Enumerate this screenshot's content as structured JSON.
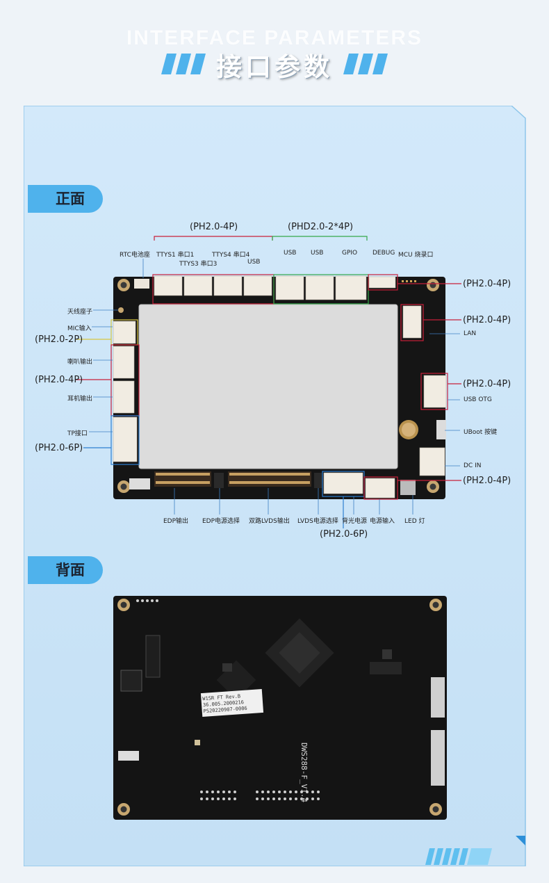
{
  "header": {
    "bg_text": "INTERFACE PARAMETERS",
    "title": "接口参数"
  },
  "sections": {
    "front_tab": "正面",
    "back_tab": "背面"
  },
  "front_labels": {
    "ph20_4p_top": "(PH2.0-4P)",
    "phd20_2x4p": "(PHD2.0-2*4P)",
    "rtc": "RTC电池座",
    "ttys1": "TTYS1 串口1",
    "ttys3": "TTYS3 串口3",
    "ttys4": "TTYS4 串口4",
    "usb_a": "USB",
    "usb_b": "USB",
    "usb_c": "USB",
    "gpio": "GPIO",
    "debug": "DEBUG",
    "mcu": "MCU 烧录口",
    "antenna": "天线座子",
    "mic": "MIC输入",
    "ph20_2p": "(PH2.0-2P)",
    "speaker": "喇叭输出",
    "ph20_4p_left": "(PH2.0-4P)",
    "earphone": "耳机输出",
    "tp": "TP接口",
    "ph20_6p_left": "(PH2.0-6P)",
    "ph20_4p_r1": "(PH2.0-4P)",
    "ph20_4p_r2": "(PH2.0-4P)",
    "lan": "LAN",
    "ph20_4p_r3": "(PH2.0-4P)",
    "usb_otg": "USB OTG",
    "uboot": "UBoot 按键",
    "dc_in": "DC IN",
    "ph20_4p_r4": "(PH2.0-4P)",
    "edp_out": "EDP输出",
    "edp_power": "EDP电源选择",
    "lvds_out": "双路LVDS输出",
    "lvds_power": "LVDS电源选择",
    "backlight": "背光电源",
    "power_in": "电源输入",
    "led": "LED 灯",
    "ph20_6p_bottom": "(PH2.0-6P)"
  },
  "back_board": {
    "sticker_lines": [
      "W1SR FT Rev.B",
      "36.005.2000216",
      "PS20220907-0006"
    ],
    "silk_text": "DWS288-F_V1.4"
  },
  "colors": {
    "accent_blue": "#4fb2ec",
    "panel_blue": "#cfe6f8",
    "red_line": "#c8203a",
    "green_line": "#35a84a",
    "yellow_line": "#d8c640",
    "blue_line": "#2d7fd0"
  }
}
